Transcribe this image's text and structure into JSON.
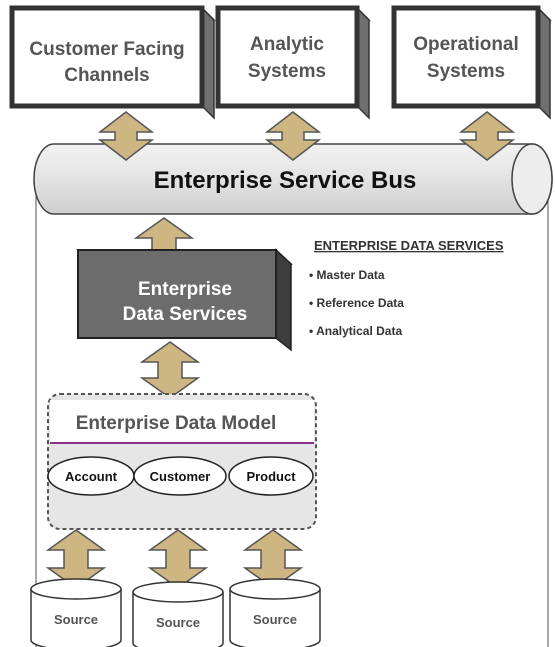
{
  "top_systems": [
    {
      "line1": "Customer Facing",
      "line2": "Channels"
    },
    {
      "line1": "Analytic",
      "line2": "Systems"
    },
    {
      "line1": "Operational",
      "line2": "Systems"
    }
  ],
  "bus": {
    "label": "Enterprise Service Bus"
  },
  "eds_box": {
    "line1": "Enterprise",
    "line2": "Data Services"
  },
  "eds_panel": {
    "heading": "ENTERPRISE DATA SERVICES",
    "items": [
      "• Master Data",
      "• Reference Data",
      "• Analytical Data"
    ]
  },
  "data_model": {
    "title": "Enterprise  Data Model",
    "entities": [
      "Account",
      "Customer",
      "Product"
    ]
  },
  "sources": [
    "Source",
    "Source",
    "Source"
  ],
  "colors": {
    "box_border": "#3a3a3a",
    "box_side": "#6f6f6f",
    "arrow_fill": "#cdb681",
    "bus_fill": "#e3e3e3",
    "eds_front": "#6c6c6c",
    "eds_top": "#979797",
    "eds_side": "#3d3d3d",
    "model_fill": "#e6e6e6",
    "model_rule": "#8a2f8a"
  }
}
